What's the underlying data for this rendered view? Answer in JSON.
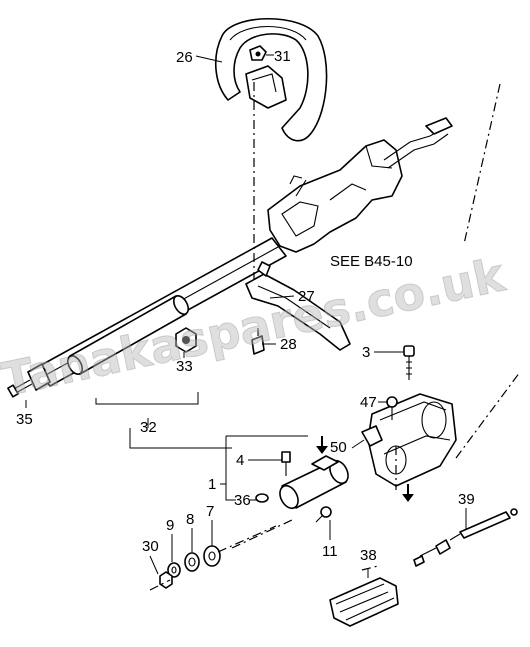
{
  "diagram": {
    "reference_note": "SEE B45-10",
    "watermark": "Tanakaspares.co.uk",
    "part_labels": {
      "p26": "26",
      "p31": "31",
      "p27": "27",
      "p28": "28",
      "p33": "33",
      "p35": "35",
      "p32": "32",
      "p3": "3",
      "p47": "47",
      "p50": "50",
      "p4": "4",
      "p1": "1",
      "p36": "36",
      "p11": "11",
      "p9": "9",
      "p8": "8",
      "p7": "7",
      "p30": "30",
      "p38": "38",
      "p39": "39"
    }
  }
}
